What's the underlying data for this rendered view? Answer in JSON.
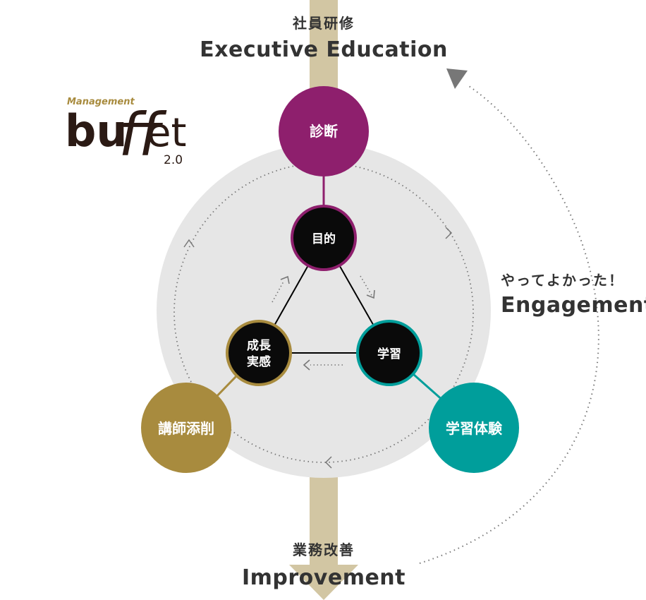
{
  "top": {
    "jp": "社員研修",
    "en": "Executive Education"
  },
  "bottom": {
    "jp": "業務改善",
    "en": "Improvement"
  },
  "right": {
    "jp": "やってよかった！",
    "en": "Engagement"
  },
  "logo": {
    "top": "Management",
    "main_b": "bu",
    "main_ff": "ff",
    "main_et": "et",
    "version": "2.0"
  },
  "outer_nodes": {
    "diagnosis": "診断",
    "feedback": "講師添削",
    "experience": "学習体験"
  },
  "inner_nodes": {
    "purpose": "目的",
    "learning": "学習",
    "growth_1": "成長",
    "growth_2": "実感"
  },
  "colors": {
    "diagnosis": "#8e1f6d",
    "feedback": "#a88b3e",
    "experience": "#009e9b",
    "inner": "#0a0a0a",
    "arrow": "#d2c6a3",
    "circle_bg": "#e6e6e6",
    "text": "#333333"
  }
}
